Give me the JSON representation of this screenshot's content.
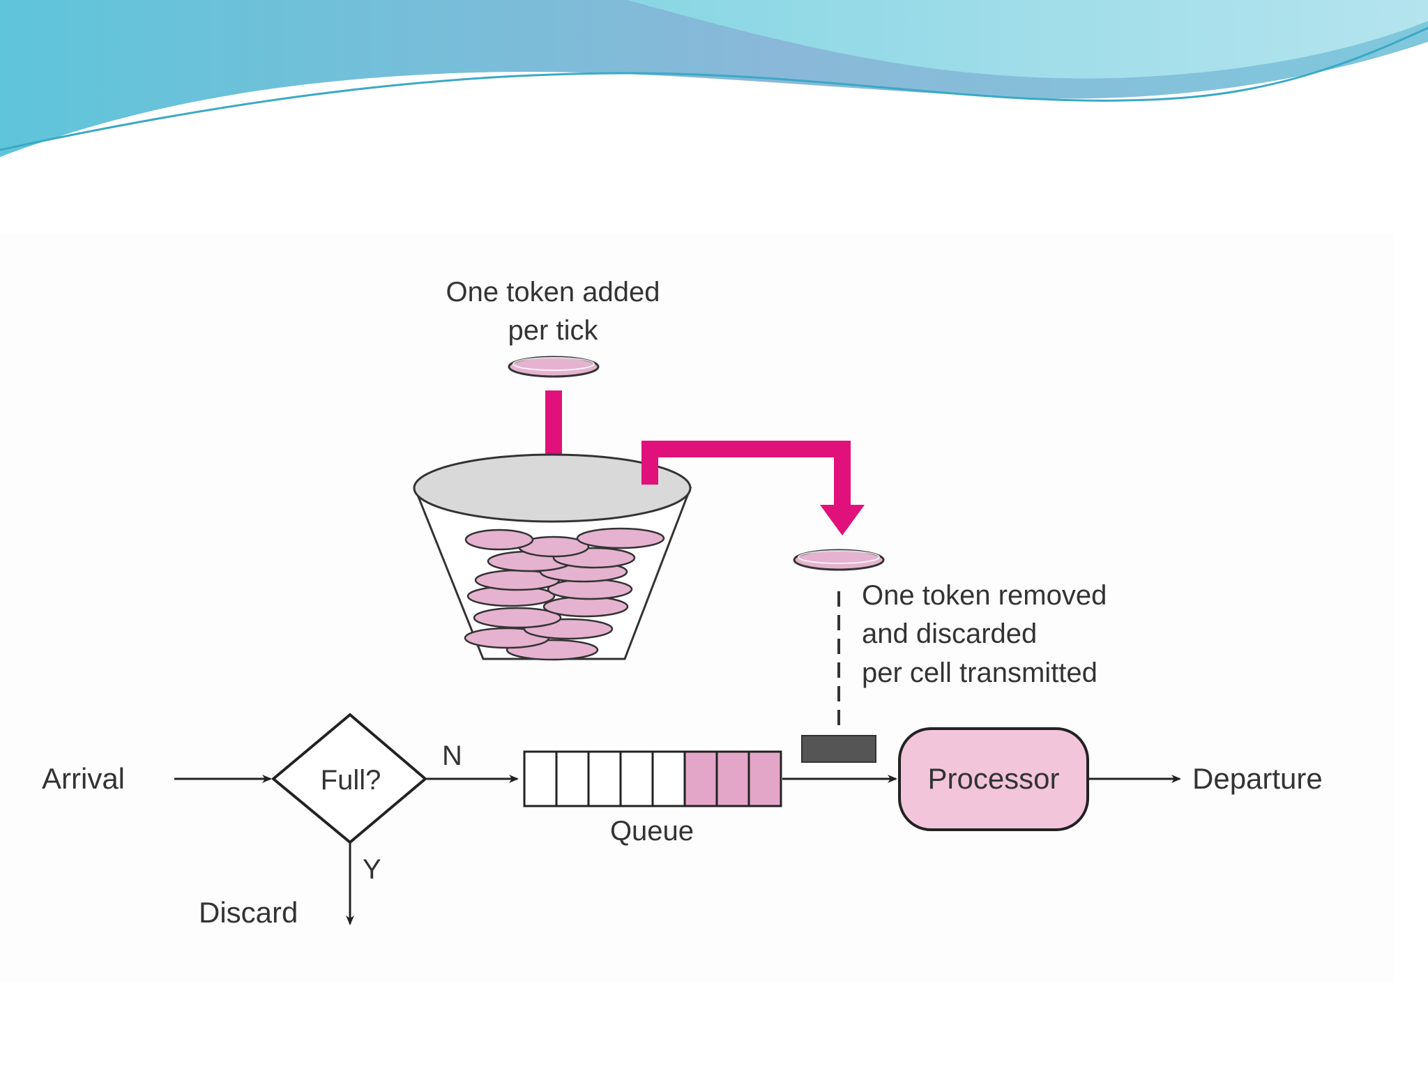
{
  "colors": {
    "accent_magenta": "#e0117a",
    "token_pink": "#e5b3cf",
    "queue_fill": "#e4a6c8",
    "processor_fill": "#f3c5da",
    "header_teal": "#6fc6d8",
    "header_blue": "#86b6d9"
  },
  "diagram": {
    "bucket": {
      "fill_label": "One token added\nper tick",
      "fill_label_line1": "One token added",
      "fill_label_line2": "per tick",
      "removal_label_line1": "One token removed",
      "removal_label_line2": "and discarded",
      "removal_label_line3": "per cell transmitted"
    },
    "flow": {
      "arrival_label": "Arrival",
      "decision_label": "Full?",
      "no_branch_label": "N",
      "yes_branch_label": "Y",
      "discard_label": "Discard",
      "queue_label": "Queue",
      "processor_label": "Processor",
      "departure_label": "Departure"
    },
    "queue": {
      "total_slots": 8,
      "filled_slots": 3
    }
  }
}
